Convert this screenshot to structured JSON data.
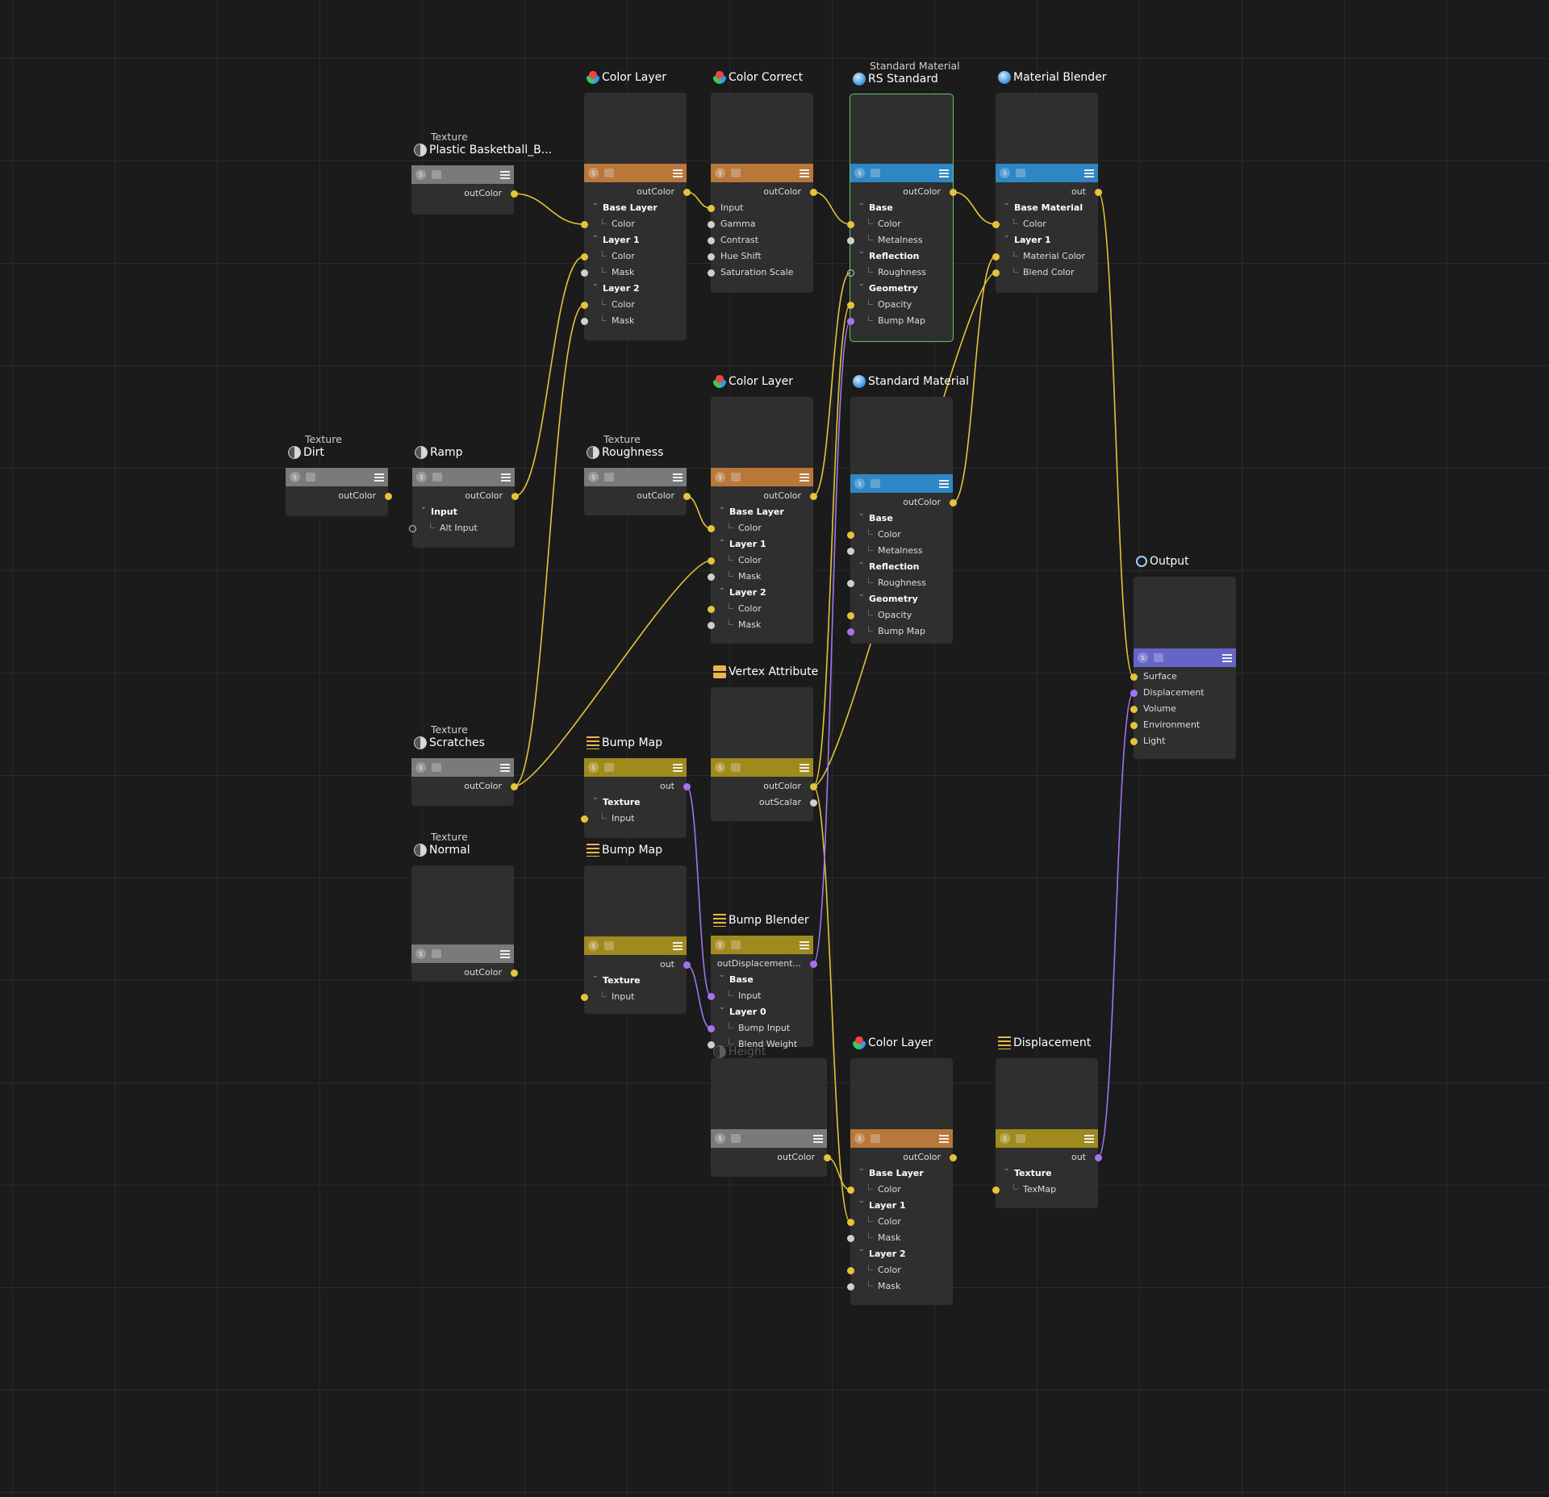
{
  "colors": {
    "background": "#1b1b1b",
    "node_body": "#2f2f2f",
    "texture_bar": "#7a7a7a",
    "layer_bar": "#b9773a",
    "material_bar": "#2f86c4",
    "bump_bar": "#a08a1e",
    "output_bar": "#6565c8",
    "wire_color": "#e3c43b",
    "wire_displacement": "#a274f0",
    "selection": "#6abf6a"
  },
  "nodes": [
    {
      "id": "tex_plastic",
      "type": "Texture",
      "title": "Plastic Basketball_B...",
      "icon": "texture-icon",
      "bar": "texture_bar",
      "ports": [
        {
          "label": "outColor",
          "side": "out",
          "color": "yellow"
        }
      ]
    },
    {
      "id": "color_layer_1",
      "title": "Color Layer",
      "icon": "color-layer-icon",
      "bar": "layer_bar",
      "ports": [
        {
          "label": "outColor",
          "side": "out",
          "color": "yellow"
        },
        {
          "label": "Base Layer",
          "kind": "group"
        },
        {
          "label": "Color",
          "side": "in",
          "color": "yellow"
        },
        {
          "label": "Layer 1",
          "kind": "group"
        },
        {
          "label": "Color",
          "side": "in",
          "color": "yellow"
        },
        {
          "label": "Mask",
          "side": "in",
          "color": "white"
        },
        {
          "label": "Layer 2",
          "kind": "group"
        },
        {
          "label": "Color",
          "side": "in",
          "color": "yellow"
        },
        {
          "label": "Mask",
          "side": "in",
          "color": "white"
        }
      ]
    },
    {
      "id": "color_correct",
      "title": "Color Correct",
      "icon": "color-layer-icon",
      "bar": "layer_bar",
      "ports": [
        {
          "label": "outColor",
          "side": "out",
          "color": "yellow"
        },
        {
          "label": "Input",
          "side": "in",
          "color": "yellow"
        },
        {
          "label": "Gamma",
          "side": "in",
          "color": "white"
        },
        {
          "label": "Contrast",
          "side": "in",
          "color": "white"
        },
        {
          "label": "Hue Shift",
          "side": "in",
          "color": "white"
        },
        {
          "label": "Saturation Scale",
          "side": "in",
          "color": "white"
        }
      ]
    },
    {
      "id": "rs_standard",
      "type": "Standard Material",
      "title": "RS Standard",
      "icon": "material-icon",
      "bar": "material_bar",
      "ports": [
        {
          "label": "outColor",
          "side": "out",
          "color": "yellow"
        },
        {
          "label": "Base",
          "kind": "group"
        },
        {
          "label": "Color",
          "side": "in",
          "color": "yellow"
        },
        {
          "label": "Metalness",
          "side": "in",
          "color": "white"
        },
        {
          "label": "Reflection",
          "kind": "group"
        },
        {
          "label": "Roughness",
          "side": "in",
          "color": "ring"
        },
        {
          "label": "Geometry",
          "kind": "group"
        },
        {
          "label": "Opacity",
          "side": "in",
          "color": "yellow"
        },
        {
          "label": "Bump Map",
          "side": "in",
          "color": "violet"
        }
      ]
    },
    {
      "id": "material_blender",
      "title": "Material Blender",
      "icon": "material-icon",
      "bar": "material_bar",
      "ports": [
        {
          "label": "out",
          "side": "out",
          "color": "yellow"
        },
        {
          "label": "Base Material",
          "kind": "group"
        },
        {
          "label": "Color",
          "side": "in",
          "color": "yellow"
        },
        {
          "label": "Layer 1",
          "kind": "group"
        },
        {
          "label": "Material Color",
          "side": "in",
          "color": "yellow"
        },
        {
          "label": "Blend Color",
          "side": "in",
          "color": "yellow"
        }
      ]
    },
    {
      "id": "tex_dirt",
      "type": "Texture",
      "title": "Dirt",
      "icon": "texture-icon",
      "bar": "texture_bar",
      "ports": [
        {
          "label": "outColor",
          "side": "out",
          "color": "yellow"
        }
      ]
    },
    {
      "id": "ramp",
      "title": "Ramp",
      "icon": "texture-icon",
      "bar": "texture_bar",
      "ports": [
        {
          "label": "outColor",
          "side": "out",
          "color": "yellow"
        },
        {
          "label": "Input",
          "kind": "group"
        },
        {
          "label": "Alt Input",
          "side": "in",
          "color": "ring"
        }
      ]
    },
    {
      "id": "tex_roughness",
      "type": "Texture",
      "title": "Roughness",
      "icon": "texture-icon",
      "bar": "texture_bar",
      "ports": [
        {
          "label": "outColor",
          "side": "out",
          "color": "yellow"
        }
      ]
    },
    {
      "id": "color_layer_2",
      "title": "Color Layer",
      "icon": "color-layer-icon",
      "bar": "layer_bar",
      "ports": [
        {
          "label": "outColor",
          "side": "out",
          "color": "yellow"
        },
        {
          "label": "Base Layer",
          "kind": "group"
        },
        {
          "label": "Color",
          "side": "in",
          "color": "yellow"
        },
        {
          "label": "Layer 1",
          "kind": "group"
        },
        {
          "label": "Color",
          "side": "in",
          "color": "yellow"
        },
        {
          "label": "Mask",
          "side": "in",
          "color": "white"
        },
        {
          "label": "Layer 2",
          "kind": "group"
        },
        {
          "label": "Color",
          "side": "in",
          "color": "yellow"
        },
        {
          "label": "Mask",
          "side": "in",
          "color": "white"
        }
      ]
    },
    {
      "id": "standard_material",
      "title": "Standard Material",
      "icon": "material-icon",
      "bar": "material_bar",
      "ports": [
        {
          "label": "outColor",
          "side": "out",
          "color": "yellow"
        },
        {
          "label": "Base",
          "kind": "group"
        },
        {
          "label": "Color",
          "side": "in",
          "color": "yellow"
        },
        {
          "label": "Metalness",
          "side": "in",
          "color": "white"
        },
        {
          "label": "Reflection",
          "kind": "group"
        },
        {
          "label": "Roughness",
          "side": "in",
          "color": "white"
        },
        {
          "label": "Geometry",
          "kind": "group"
        },
        {
          "label": "Opacity",
          "side": "in",
          "color": "yellow"
        },
        {
          "label": "Bump Map",
          "side": "in",
          "color": "violet"
        }
      ]
    },
    {
      "id": "output",
      "title": "Output",
      "icon": "output-icon",
      "bar": "output_bar",
      "ports": [
        {
          "label": "Surface",
          "side": "in",
          "color": "yellow"
        },
        {
          "label": "Displacement",
          "side": "in",
          "color": "violet"
        },
        {
          "label": "Volume",
          "side": "in",
          "color": "yellow"
        },
        {
          "label": "Environment",
          "side": "in",
          "color": "yellow"
        },
        {
          "label": "Light",
          "side": "in",
          "color": "yellow"
        }
      ]
    },
    {
      "id": "vertex_attribute",
      "title": "Vertex Attribute",
      "icon": "vertex-icon",
      "bar": "bump_bar",
      "ports": [
        {
          "label": "outColor",
          "side": "out",
          "color": "yellow"
        },
        {
          "label": "outScalar",
          "side": "out",
          "color": "white"
        }
      ]
    },
    {
      "id": "tex_scratches",
      "type": "Texture",
      "title": "Scratches",
      "icon": "texture-icon",
      "bar": "texture_bar",
      "ports": [
        {
          "label": "outColor",
          "side": "out",
          "color": "yellow"
        }
      ]
    },
    {
      "id": "bump_map_1",
      "title": "Bump Map",
      "icon": "bump-icon",
      "bar": "bump_bar",
      "ports": [
        {
          "label": "out",
          "side": "out",
          "color": "violet"
        },
        {
          "label": "Texture",
          "kind": "group"
        },
        {
          "label": "Input",
          "side": "in",
          "color": "yellow"
        }
      ]
    },
    {
      "id": "tex_normal",
      "type": "Texture",
      "title": "Normal",
      "icon": "texture-icon",
      "bar": "texture_bar",
      "ports": [
        {
          "label": "outColor",
          "side": "out",
          "color": "yellow"
        }
      ]
    },
    {
      "id": "bump_map_2",
      "title": "Bump Map",
      "icon": "bump-icon",
      "bar": "bump_bar",
      "ports": [
        {
          "label": "out",
          "side": "out",
          "color": "violet"
        },
        {
          "label": "Texture",
          "kind": "group"
        },
        {
          "label": "Input",
          "side": "in",
          "color": "yellow"
        }
      ]
    },
    {
      "id": "bump_blender",
      "title": "Bump Blender",
      "icon": "bump-icon",
      "bar": "bump_bar",
      "ports": [
        {
          "label": "outDisplacement...",
          "side": "out",
          "color": "violet"
        },
        {
          "label": "Base",
          "kind": "group"
        },
        {
          "label": "Input",
          "side": "in",
          "color": "violet"
        },
        {
          "label": "Layer 0",
          "kind": "group"
        },
        {
          "label": "Bump Input",
          "side": "in",
          "color": "violet"
        },
        {
          "label": "Blend Weight",
          "side": "in",
          "color": "white"
        }
      ]
    },
    {
      "id": "height",
      "title": "Height",
      "icon": "texture-icon",
      "bar": "texture_bar",
      "ports": [
        {
          "label": "outColor",
          "side": "out",
          "color": "yellow"
        }
      ]
    },
    {
      "id": "color_layer_3",
      "title": "Color Layer",
      "icon": "color-layer-icon",
      "bar": "layer_bar",
      "ports": [
        {
          "label": "outColor",
          "side": "out",
          "color": "yellow"
        },
        {
          "label": "Base Layer",
          "kind": "group"
        },
        {
          "label": "Color",
          "side": "in",
          "color": "yellow"
        },
        {
          "label": "Layer 1",
          "kind": "group"
        },
        {
          "label": "Color",
          "side": "in",
          "color": "yellow"
        },
        {
          "label": "Mask",
          "side": "in",
          "color": "white"
        },
        {
          "label": "Layer 2",
          "kind": "group"
        },
        {
          "label": "Color",
          "side": "in",
          "color": "yellow"
        },
        {
          "label": "Mask",
          "side": "in",
          "color": "white"
        }
      ]
    },
    {
      "id": "displacement",
      "title": "Displacement",
      "icon": "bump-icon",
      "bar": "bump_bar",
      "ports": [
        {
          "label": "out",
          "side": "out",
          "color": "violet"
        },
        {
          "label": "Texture",
          "kind": "group"
        },
        {
          "label": "TexMap",
          "side": "in",
          "color": "yellow"
        }
      ]
    }
  ],
  "connections": [
    {
      "from": "tex_plastic.outColor",
      "to": "color_layer_1.Base Layer.Color"
    },
    {
      "from": "color_layer_1.outColor",
      "to": "color_correct.Input"
    },
    {
      "from": "color_correct.outColor",
      "to": "rs_standard.Base.Color"
    },
    {
      "from": "rs_standard.outColor",
      "to": "material_blender.Base Material.Color"
    },
    {
      "from": "material_blender.out",
      "to": "output.Surface"
    },
    {
      "from": "tex_dirt.outColor",
      "to": "ramp.Alt Input"
    },
    {
      "from": "ramp.outColor",
      "to": "color_layer_1.Layer 1.Color"
    },
    {
      "from": "tex_scratches.outColor",
      "to": "color_layer_1.Layer 2.Color"
    },
    {
      "from": "tex_scratches.outColor",
      "to": "color_layer_2.Layer 1.Color"
    },
    {
      "from": "tex_scratches.outColor",
      "to": "bump_map_1.Input"
    },
    {
      "from": "tex_roughness.outColor",
      "to": "color_layer_2.Base Layer.Color"
    },
    {
      "from": "color_layer_2.outColor",
      "to": "rs_standard.Reflection.Roughness"
    },
    {
      "from": "standard_material.outColor",
      "to": "material_blender.Layer 1.Material Color"
    },
    {
      "from": "vertex_attribute.outColor",
      "to": "material_blender.Layer 1.Blend Color"
    },
    {
      "from": "vertex_attribute.outColor",
      "to": "rs_standard.Geometry.Opacity"
    },
    {
      "from": "vertex_attribute.outColor",
      "to": "color_layer_3.Layer 1.Color"
    },
    {
      "from": "tex_normal.outColor",
      "to": "bump_map_2.Input"
    },
    {
      "from": "bump_map_1.out",
      "to": "bump_blender.Base.Input"
    },
    {
      "from": "bump_map_2.out",
      "to": "bump_blender.Layer 0.Bump Input"
    },
    {
      "from": "bump_blender.outDisplacement...",
      "to": "rs_standard.Geometry.Bump Map"
    },
    {
      "from": "height.outColor",
      "to": "color_layer_3.Base Layer.Color"
    },
    {
      "from": "color_layer_3.outColor",
      "to": "displacement.TexMap"
    },
    {
      "from": "displacement.out",
      "to": "output.Displacement"
    }
  ]
}
